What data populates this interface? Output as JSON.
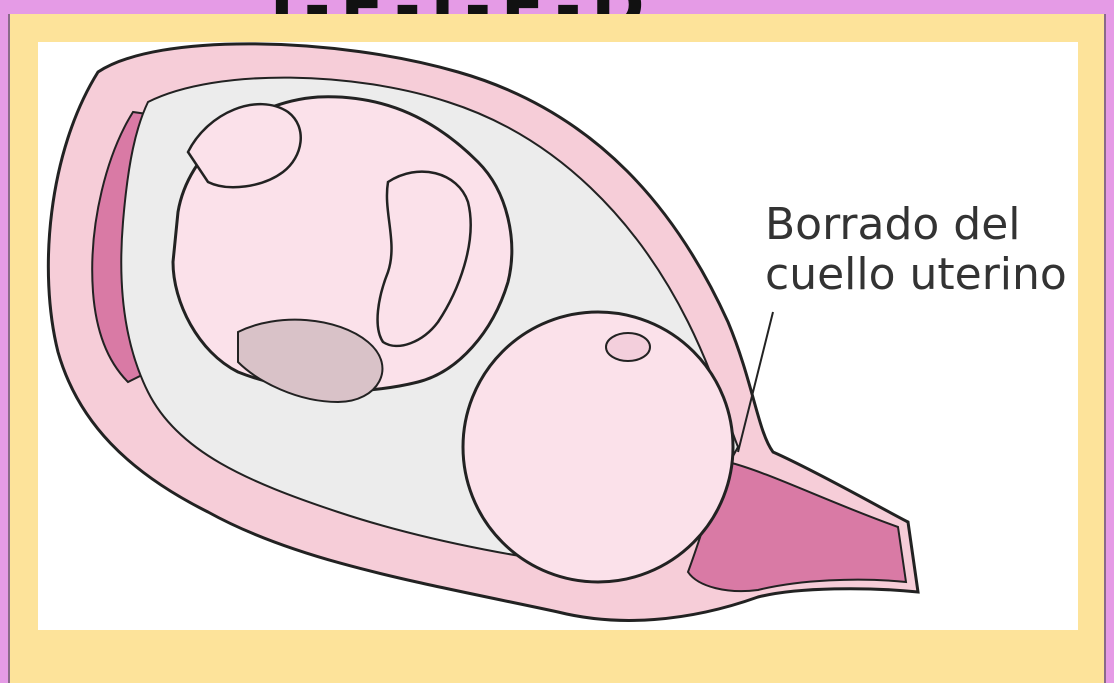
{
  "slide": {
    "title_fragment": "I-E-I-E-D",
    "colors": {
      "frame": "#e59be6",
      "panel": "#fde39a",
      "uterus_wall": "#f2c3d0",
      "tissue": "#d97aa5",
      "fluid": "#e8e8e8",
      "outline": "#222222"
    }
  },
  "figure": {
    "label_line1": "Borrado del",
    "label_line2": "cuello uterino"
  }
}
